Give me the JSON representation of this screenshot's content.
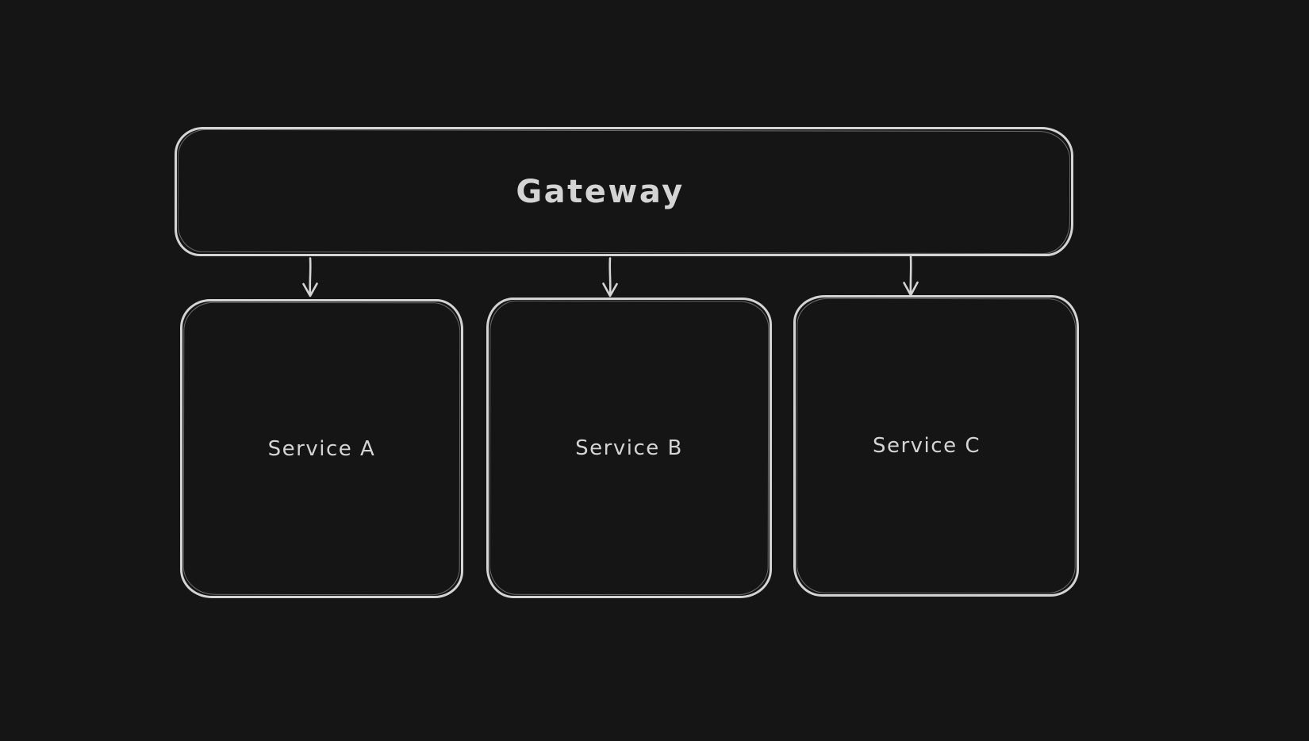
{
  "colors": {
    "canvas_background": "#151515",
    "stroke": "#d4d4d4",
    "text": "#d4d4d4"
  },
  "diagram": {
    "nodes": [
      {
        "id": "gateway",
        "type": "rectangle",
        "label": "Gateway"
      },
      {
        "id": "service-a",
        "type": "rectangle",
        "label": "Service A"
      },
      {
        "id": "service-b",
        "type": "rectangle",
        "label": "Service B"
      },
      {
        "id": "service-c",
        "type": "rectangle",
        "label": "Service C"
      }
    ],
    "edges": [
      {
        "from": "gateway",
        "to": "service-a",
        "style": "arrow-down"
      },
      {
        "from": "gateway",
        "to": "service-b",
        "style": "arrow-down"
      },
      {
        "from": "gateway",
        "to": "service-c",
        "style": "arrow-down"
      }
    ]
  }
}
